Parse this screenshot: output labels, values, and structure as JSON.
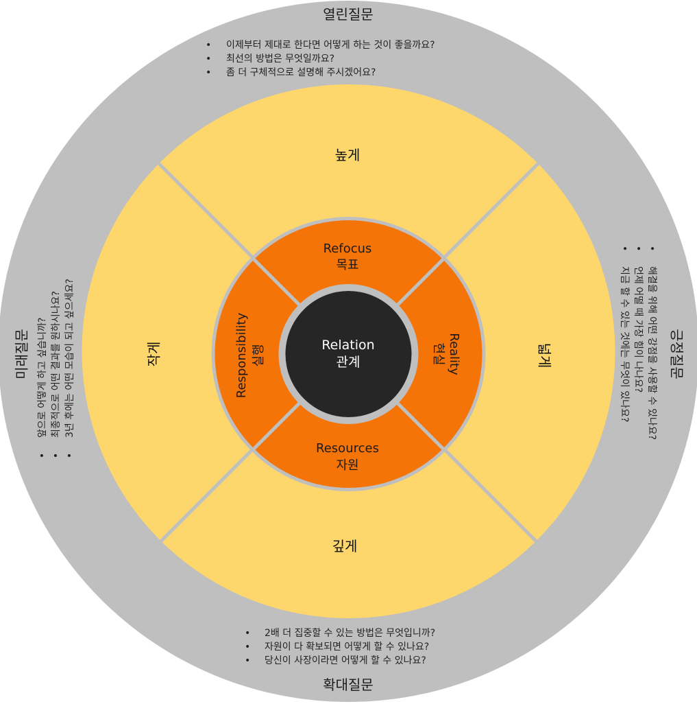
{
  "colors": {
    "outer_ring": "#bfbfbf",
    "yellow_ring": "#fdd76c",
    "orange_ring": "#f57408",
    "core": "#262626",
    "divider": "#bfbfbf"
  },
  "outer": {
    "top": {
      "title": "열린질문",
      "bullets": [
        "이제부터 제대로 한다면 어떻게 하는 것이 좋을까요?",
        "최선의 방법은 무엇일까요?",
        "좀 더 구체적으로 설명해 주시겠어요?"
      ]
    },
    "bottom": {
      "title": "확대질문",
      "bullets": [
        "2배 더 집중할 수 있는 방법은 무엇입니까?",
        "자원이 다 확보되면 어떻게 할 수 있나요?",
        "당신이 사장이라면 어떻게 할 수 있나요?"
      ]
    },
    "left": {
      "title": "미래질문",
      "bullets": [
        "앞으로 어떻게 하고 싶습니까?",
        "최종적으로 어떤 결과를 원하시나요?",
        "3년 후에는 어떤 모습이 되고 싶으세요?"
      ]
    },
    "right": {
      "title": "긍정질문",
      "bullets": [
        "해결을 위해 어떤 강점을 사용할 수 있나요?",
        "언제 어떨 때 가장 힘이 나나요?",
        "지금 할 수 있는 것에는 무엇이 있나요?"
      ]
    }
  },
  "middle": {
    "top": "높게",
    "bottom": "깊게",
    "left": "작게",
    "right": "넓게"
  },
  "inner": {
    "top": {
      "en": "Refocus",
      "ko": "목표"
    },
    "bottom": {
      "en": "Resources",
      "ko": "자원"
    },
    "left": {
      "en": "Responsibility",
      "ko": "실행"
    },
    "right": {
      "en": "Reality",
      "ko": "현실"
    }
  },
  "core": {
    "en": "Relation",
    "ko": "관계"
  }
}
